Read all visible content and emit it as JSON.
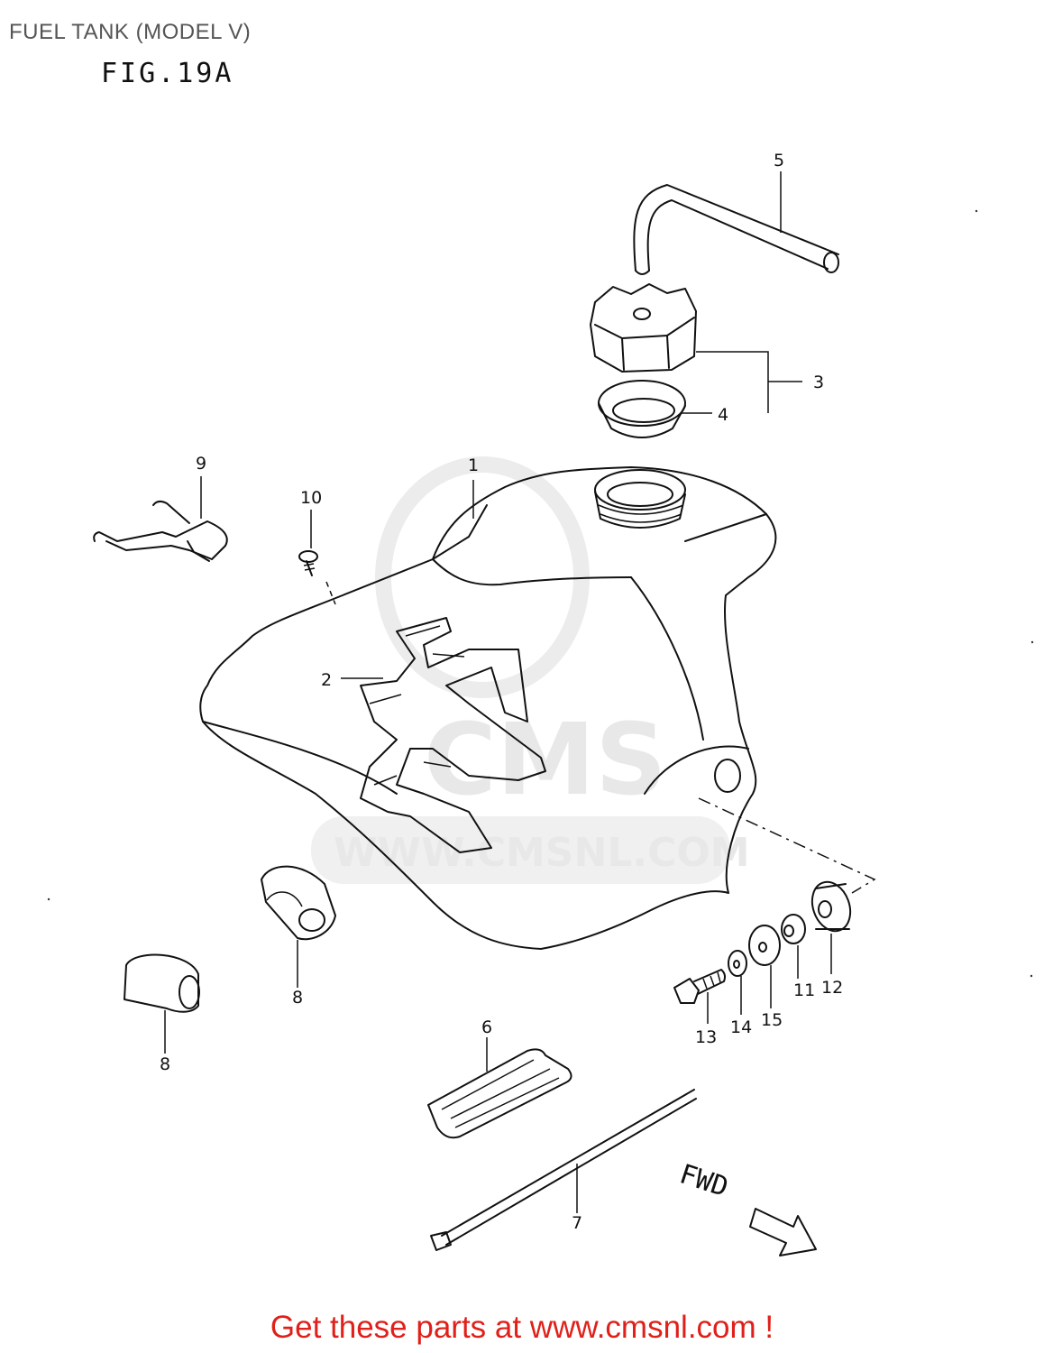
{
  "header": {
    "title": "FUEL TANK (MODEL V)",
    "figure": "FIG.19A"
  },
  "watermark": {
    "brand": "CMS",
    "url": "WWW.CMSNL.COM"
  },
  "direction_label": "FWD",
  "callouts": {
    "p1": "1",
    "p2": "2",
    "p3": "3",
    "p4": "4",
    "p5": "5",
    "p6": "6",
    "p7": "7",
    "p8a": "8",
    "p8b": "8",
    "p9": "9",
    "p10": "10",
    "p11": "11",
    "p12": "12",
    "p13": "13",
    "p14": "14",
    "p15": "15"
  },
  "footer": {
    "text": "Get these parts at www.cmsnl.com !"
  },
  "colors": {
    "footer": "#e0201a",
    "title": "#555555",
    "line": "#111111"
  }
}
